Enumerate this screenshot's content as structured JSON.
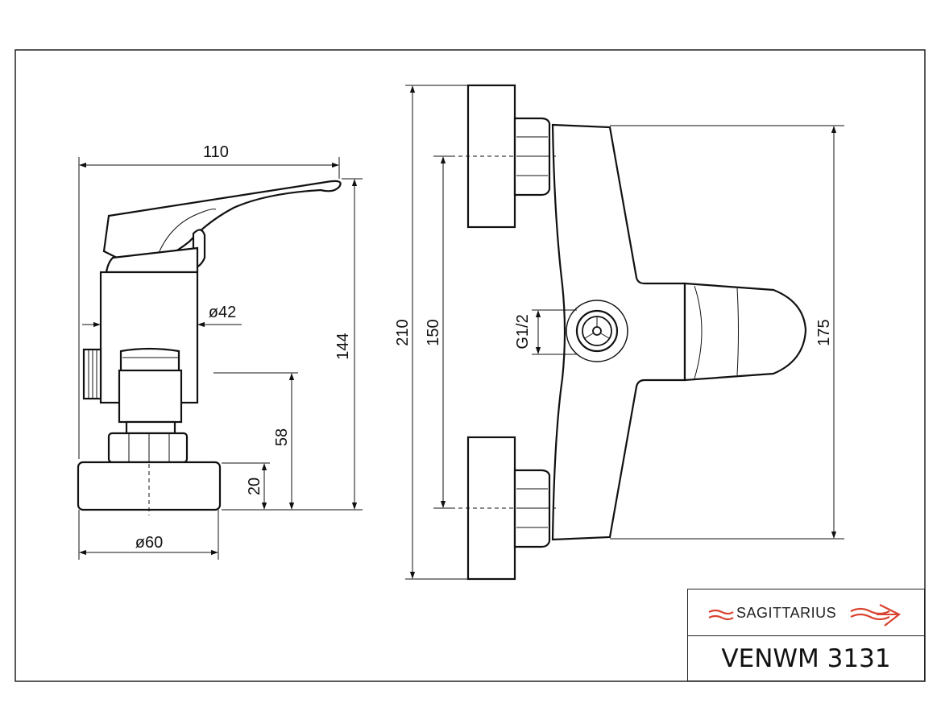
{
  "brand": {
    "name": "SAGITTARIUS",
    "accent_color": "#d9432f"
  },
  "model_code": "VENWM 3131",
  "side_view": {
    "dim_width": "110",
    "dim_height": "144",
    "dim_body_diameter": "ø42",
    "dim_outlet_height": "58",
    "dim_flange_height": "20",
    "dim_flange_diameter": "ø60"
  },
  "front_view": {
    "dim_total_height": "210",
    "dim_center_distance": "150",
    "dim_thread": "G1/2",
    "dim_body_height": "175"
  }
}
